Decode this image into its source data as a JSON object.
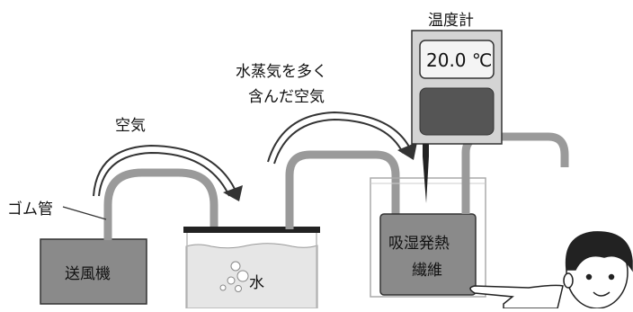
{
  "labels": {
    "thermometer_title": "温度計",
    "thermometer_reading": "20.0 ℃",
    "humid_air_line1": "水蒸気を多く",
    "humid_air_line2": "含んだ空気",
    "air": "空気",
    "rubber_tube": "ゴム管",
    "blower": "送風機",
    "water": "水",
    "fiber_line1": "吸湿発熱",
    "fiber_line2": "繊維"
  },
  "colors": {
    "box_gray": "#8a8a8a",
    "tube_gray": "#9a9a9a",
    "dark_outline": "#222222",
    "water_light": "#e6e6e6",
    "display_dark": "#555555"
  }
}
